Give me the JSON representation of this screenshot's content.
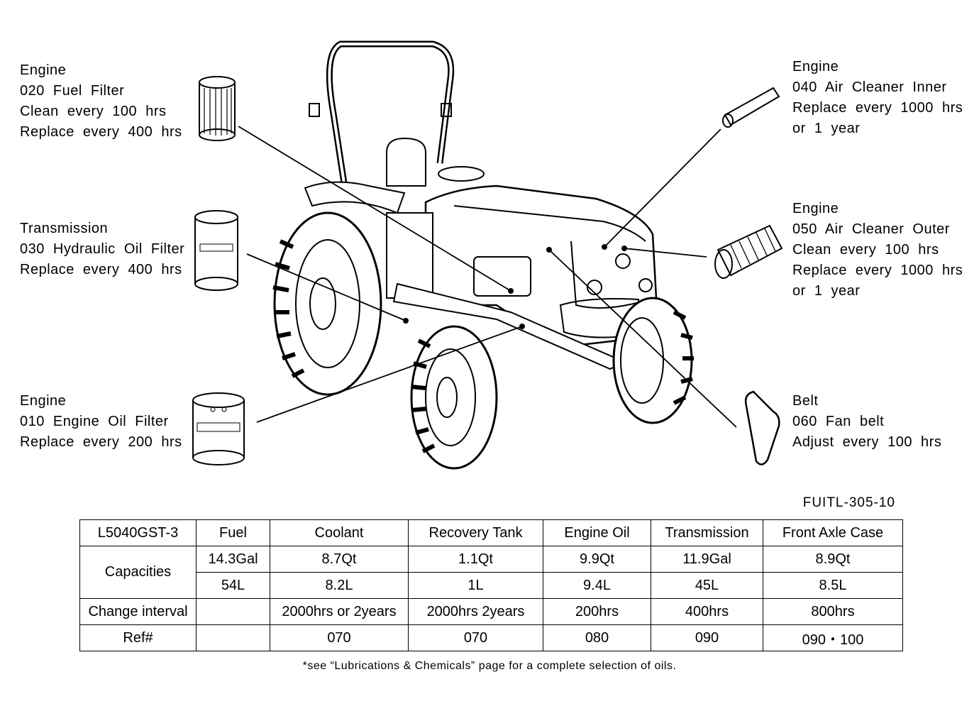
{
  "callouts": {
    "fuel_filter": [
      "Engine",
      "020 Fuel Filter",
      "Clean every 100 hrs",
      "Replace every 400 hrs"
    ],
    "hydraulic_filter": [
      "Transmission",
      "030 Hydraulic Oil Filter",
      "Replace every 400 hrs"
    ],
    "oil_filter": [
      "Engine",
      "010 Engine Oil Filter",
      "Replace every 200 hrs"
    ],
    "air_inner": [
      "Engine",
      "040 Air Cleaner Inner",
      "Replace every 1000 hrs",
      "or 1 year"
    ],
    "air_outer": [
      "Engine",
      "050 Air Cleaner Outer",
      "Clean every 100 hrs",
      "Replace every 1000 hrs",
      "or 1 year"
    ],
    "fan_belt": [
      "Belt",
      "060 Fan belt",
      "Adjust every 100 hrs"
    ]
  },
  "figure_code": "FUITL-305-10",
  "table": {
    "header": [
      "L5040GST-3",
      "Fuel",
      "Coolant",
      "Recovery Tank",
      "Engine Oil",
      "Transmission",
      "Front Axle Case"
    ],
    "capacities_label": "Capacities",
    "capacities_us": [
      "14.3Gal",
      "8.7Qt",
      "1.1Qt",
      "9.9Qt",
      "11.9Gal",
      "8.9Qt"
    ],
    "capacities_metric": [
      "54L",
      "8.2L",
      "1L",
      "9.4L",
      "45L",
      "8.5L"
    ],
    "change_interval_label": "Change interval",
    "change_interval": [
      "",
      "2000hrs or 2years",
      "2000hrs 2years",
      "200hrs",
      "400hrs",
      "800hrs"
    ],
    "ref_label": "Ref#",
    "ref": [
      "",
      "070",
      "070",
      "080",
      "090",
      "090・100"
    ]
  },
  "footnote": "*see “Lubrications & Chemicals” page for a complete selection of oils."
}
